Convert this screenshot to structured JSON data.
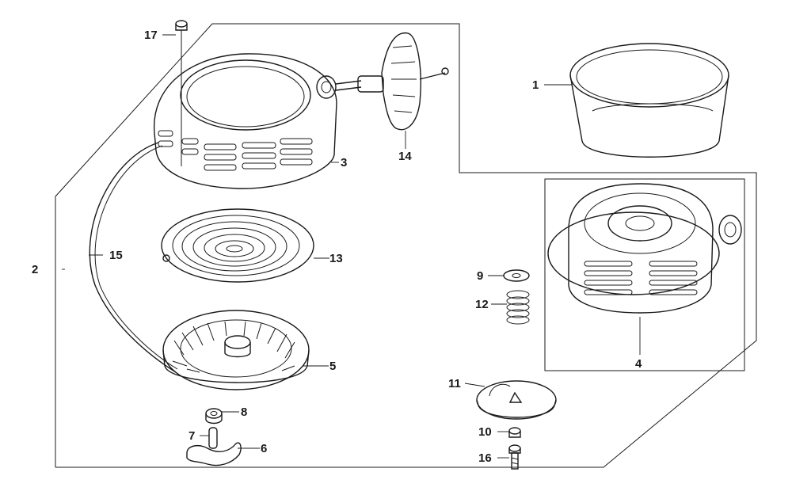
{
  "callouts": {
    "p1": "1",
    "p2": "2",
    "p3": "3",
    "p4": "4",
    "p5": "5",
    "p6": "6",
    "p7": "7",
    "p8": "8",
    "p9": "9",
    "p10": "10",
    "p11": "11",
    "p12": "12",
    "p13": "13",
    "p14": "14",
    "p15": "15",
    "p16": "16",
    "p17": "17"
  }
}
